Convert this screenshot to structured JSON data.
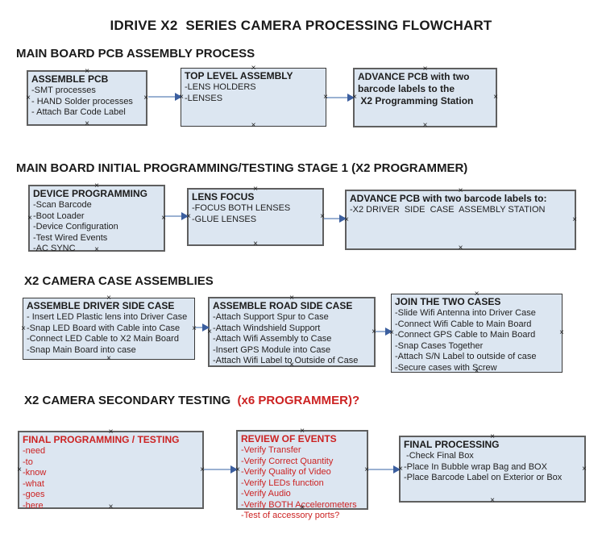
{
  "title": "IDRIVE X2  SERIES CAMERA PROCESSING FLOWCHART",
  "colors": {
    "box_fill": "#dce6f1",
    "box_border": "#5f5f5f",
    "red_text": "#cc2222",
    "arrow_line": "#9ab1d2",
    "arrow_head": "#3c5f9f"
  },
  "sections": [
    {
      "heading": "MAIN BOARD PCB ASSEMBLY PROCESS",
      "heading_red": "",
      "boxes": [
        {
          "title": "ASSEMBLE PCB",
          "items": [
            "-SMT processes",
            "- HAND Solder processes",
            "- Attach Bar Code Label"
          ]
        },
        {
          "title": "TOP LEVEL ASSEMBLY",
          "items": [
            "-LENS HOLDERS",
            "-LENSES"
          ]
        },
        {
          "title": "",
          "items": [
            "ADVANCE PCB with two",
            "barcode labels to the",
            " X2 Programming Station"
          ]
        }
      ]
    },
    {
      "heading": "MAIN BOARD INITIAL PROGRAMMING/TESTING STAGE 1 (X2 PROGRAMMER)",
      "heading_red": "",
      "boxes": [
        {
          "title": "DEVICE PROGRAMMING",
          "items": [
            "-Scan Barcode",
            "-Boot Loader",
            "-Device Configuration",
            "-Test Wired Events",
            "-AC SYNC"
          ]
        },
        {
          "title": "LENS FOCUS",
          "items": [
            "-FOCUS BOTH LENSES",
            "-GLUE LENSES"
          ]
        },
        {
          "title": "ADVANCE PCB with two barcode labels to:",
          "items": [
            "-X2 DRIVER  SIDE  CASE  ASSEMBLY STATION"
          ]
        }
      ]
    },
    {
      "heading": "X2 CAMERA CASE ASSEMBLIES",
      "heading_red": "",
      "boxes": [
        {
          "title": "ASSEMBLE DRIVER SIDE CASE",
          "items": [
            "- Insert LED Plastic lens into Driver Case",
            "-Snap LED Board with Cable into Case",
            "-Connect LED Cable to X2 Main Board",
            "-Snap Main Board into case"
          ]
        },
        {
          "title": "ASSEMBLE ROAD SIDE CASE",
          "items": [
            "-Attach Support Spur to Case",
            "-Attach Windshield Support",
            "-Attach Wifi Assembly to Case",
            "-Insert GPS Module into Case",
            "-Attach Wifi Label to Outside of Case"
          ]
        },
        {
          "title": "JOIN THE TWO CASES",
          "items": [
            "-Slide Wifi Antenna into Driver Case",
            "-Connect Wifi Cable to Main Board",
            "-Connect GPS Cable to Main Board",
            "-Snap Cases Together",
            "-Attach S/N Label to outside of case",
            "-Secure cases with Screw"
          ]
        }
      ]
    },
    {
      "heading": "X2 CAMERA SECONDARY TESTING ",
      "heading_red": " (x6 PROGRAMMER)?",
      "boxes": [
        {
          "title": "FINAL PROGRAMMING / TESTING",
          "items": [
            "-need",
            "-to",
            "-know",
            "-what",
            "-goes",
            "-here"
          ]
        },
        {
          "title": "REVIEW OF EVENTS",
          "items": [
            "-Verify Transfer",
            "-Verify Correct Quantity",
            "-Verify Quality of Video",
            "-Verify LEDs function",
            "-Verify Audio",
            "-Verify BOTH Accelerometers",
            "-Test of accessory ports?"
          ]
        },
        {
          "title": "FINAL PROCESSING",
          "items": [
            " -Check Final Box",
            "-Place In Bubble wrap Bag and BOX",
            "-Place Barcode Label on Exterior or Box"
          ]
        }
      ]
    }
  ]
}
